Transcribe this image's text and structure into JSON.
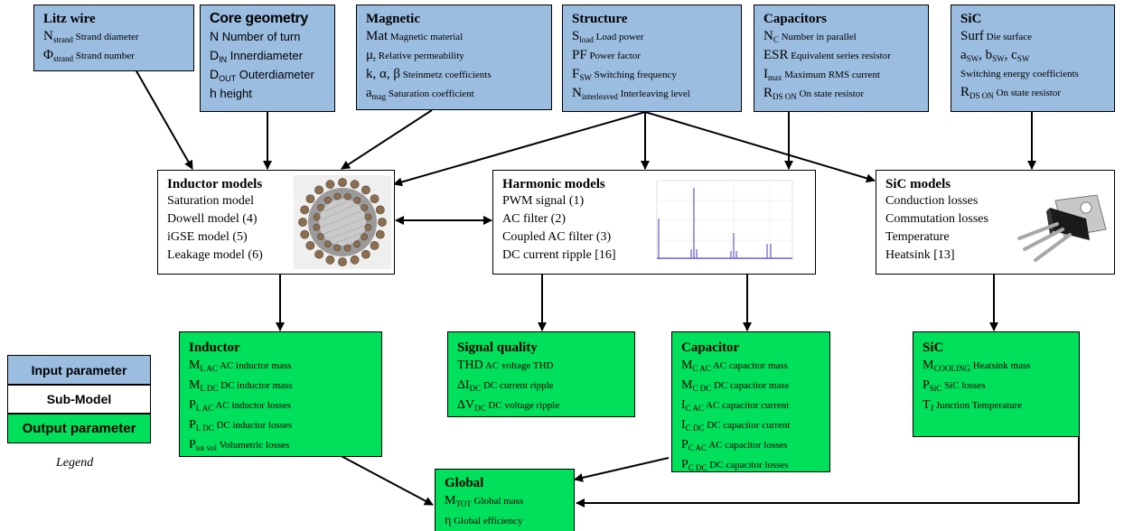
{
  "inputs": {
    "litz": {
      "title": "Litz wire",
      "rows": [
        {
          "sym": "N",
          "sub": "strand",
          "desc": "Strand diameter"
        },
        {
          "sym": "Φ",
          "sub": "strand",
          "desc": "Strand number"
        }
      ]
    },
    "core": {
      "title": "Core geometry",
      "rows": [
        {
          "sym": "N",
          "sub": "",
          "desc": "Number of turn"
        },
        {
          "sym": "D",
          "sub": "IN",
          "desc": "Innerdiameter"
        },
        {
          "sym": "D",
          "sub": "OUT",
          "desc": "Outerdiameter"
        },
        {
          "sym": "h",
          "sub": "",
          "desc": "height"
        }
      ]
    },
    "magnetic": {
      "title": "Magnetic",
      "rows": [
        {
          "sym": "Mat",
          "sub": "",
          "desc": "Magnetic material"
        },
        {
          "sym": "μ",
          "sub": "r",
          "desc": "Relative permeability"
        },
        {
          "sym": "k, α, β",
          "sub": "",
          "desc": "Steinmetz coefficients"
        },
        {
          "sym": "a",
          "sub": "mag",
          "desc": "Saturation coefficient"
        }
      ]
    },
    "structure": {
      "title": "Structure",
      "rows": [
        {
          "sym": "S",
          "sub": "load",
          "desc": "Load power"
        },
        {
          "sym": "PF",
          "sub": "",
          "desc": "Power factor"
        },
        {
          "sym": "F",
          "sub": "SW",
          "desc": "Switching frequency"
        },
        {
          "sym": "N",
          "sub": "interleaved",
          "desc": "Interleaving level"
        }
      ]
    },
    "capacitors": {
      "title": "Capacitors",
      "rows": [
        {
          "sym": "N",
          "sub": "C",
          "desc": "Number in parallel"
        },
        {
          "sym": "ESR",
          "sub": "",
          "desc": "Equivalent series resistor"
        },
        {
          "sym": "I",
          "sub": "max",
          "desc": "Maximum RMS current"
        },
        {
          "sym": "R",
          "sub": "DS ON",
          "desc": "On state resistor"
        }
      ]
    },
    "sic": {
      "title": "SiC",
      "rows": [
        {
          "sym": "Surf",
          "sub": "",
          "desc": "Die surface"
        },
        {
          "sym": "a<sub>SW</sub>, b<sub>SW</sub>, c<sub>SW</sub>",
          "sub": "",
          "desc": ""
        },
        {
          "sym": "",
          "sub": "",
          "desc": "Switching energy coefficients"
        },
        {
          "sym": "R",
          "sub": "DS ON",
          "desc": "On state resistor"
        }
      ]
    }
  },
  "models": {
    "inductor": {
      "title": "Inductor models",
      "items": [
        "Saturation model",
        "Dowell model (4)",
        "iGSE model (5)",
        "Leakage model (6)"
      ]
    },
    "harmonic": {
      "title": "Harmonic models",
      "items": [
        "PWM signal (1)",
        "AC filter (2)",
        "Coupled AC filter (3)",
        "DC current ripple [16]"
      ]
    },
    "sic": {
      "title": "SiC models",
      "items": [
        "Conduction losses",
        "Commutation losses",
        "Temperature",
        "Heatsink [13]"
      ]
    }
  },
  "outputs": {
    "inductor": {
      "title": "Inductor",
      "rows": [
        {
          "sym": "M",
          "sub": "L AC",
          "desc": "AC inductor mass"
        },
        {
          "sym": "M",
          "sub": "L DC",
          "desc": "DC inductor mass"
        },
        {
          "sym": "P",
          "sub": "L AC",
          "desc": "AC inductor losses"
        },
        {
          "sym": "P",
          "sub": "L DC",
          "desc": "DC inductor losses"
        },
        {
          "sym": "P",
          "sub": "tot vol",
          "desc": "Volumetric losses"
        }
      ]
    },
    "signal": {
      "title": "Signal quality",
      "rows": [
        {
          "sym": "THD",
          "sub": "",
          "desc": "AC voltage THD"
        },
        {
          "sym": "ΔI",
          "sub": "DC",
          "desc": "DC current ripple"
        },
        {
          "sym": "ΔV",
          "sub": "DC",
          "desc": "DC voltage ripple"
        }
      ]
    },
    "capacitor": {
      "title": "Capacitor",
      "rows": [
        {
          "sym": "M",
          "sub": "C AC",
          "desc": "AC capacitor mass"
        },
        {
          "sym": "M",
          "sub": "C DC",
          "desc": "DC capacitor mass"
        },
        {
          "sym": "I",
          "sub": "C AC",
          "desc": "AC capacitor current"
        },
        {
          "sym": "I",
          "sub": "C DC",
          "desc": "DC capacitor current"
        },
        {
          "sym": "P",
          "sub": "C AC",
          "desc": "AC capacitor losses"
        },
        {
          "sym": "P",
          "sub": "C DC",
          "desc": "DC capacitor losses"
        }
      ]
    },
    "sic": {
      "title": "SiC",
      "rows": [
        {
          "sym": "M",
          "sub": "COOLING",
          "desc": "Heatsink mass"
        },
        {
          "sym": "P",
          "sub": "SiC",
          "desc": "SiC losses"
        },
        {
          "sym": "T",
          "sub": "J",
          "desc": "Junction Temperature"
        }
      ]
    },
    "global": {
      "title": "Global",
      "rows": [
        {
          "sym": "M",
          "sub": "TOT",
          "desc": "Global mass"
        },
        {
          "sym": "η",
          "sub": "",
          "desc": "Global efficiency"
        }
      ]
    }
  },
  "legend": {
    "input": "Input parameter",
    "sub": "Sub-Model",
    "output": "Output parameter",
    "caption": "Legend"
  },
  "colors": {
    "input": "#9bbde0",
    "sub_model": "#ffffff",
    "output": "#00e05a"
  }
}
